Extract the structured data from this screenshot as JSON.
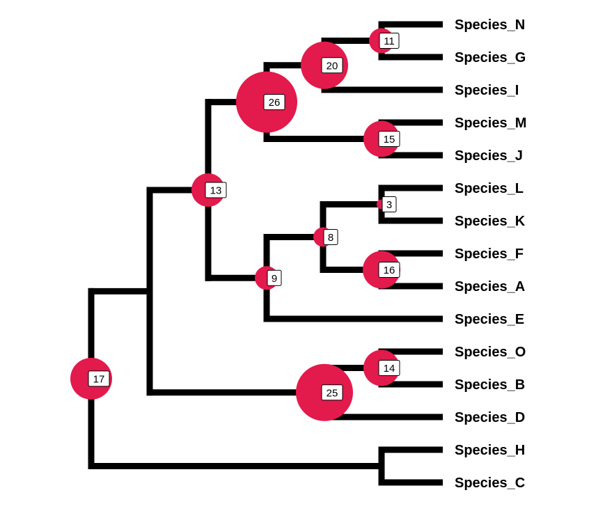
{
  "tips": [
    {
      "label": "Species_N"
    },
    {
      "label": "Species_G"
    },
    {
      "label": "Species_I"
    },
    {
      "label": "Species_M"
    },
    {
      "label": "Species_J"
    },
    {
      "label": "Species_L"
    },
    {
      "label": "Species_K"
    },
    {
      "label": "Species_F"
    },
    {
      "label": "Species_A"
    },
    {
      "label": "Species_E"
    },
    {
      "label": "Species_O"
    },
    {
      "label": "Species_B"
    },
    {
      "label": "Species_D"
    },
    {
      "label": "Species_H"
    },
    {
      "label": "Species_C"
    }
  ],
  "nodes": [
    {
      "id": "n11",
      "value": "11"
    },
    {
      "id": "n20",
      "value": "20"
    },
    {
      "id": "n26",
      "value": "26"
    },
    {
      "id": "n15",
      "value": "15"
    },
    {
      "id": "n13",
      "value": "13"
    },
    {
      "id": "n3",
      "value": "3"
    },
    {
      "id": "n8",
      "value": "8"
    },
    {
      "id": "n16",
      "value": "16"
    },
    {
      "id": "n9",
      "value": "9"
    },
    {
      "id": "n14",
      "value": "14"
    },
    {
      "id": "n25",
      "value": "25"
    },
    {
      "id": "n17",
      "value": "17"
    }
  ],
  "colors": {
    "node_fill": "#E31A4C",
    "branch": "#000000"
  }
}
